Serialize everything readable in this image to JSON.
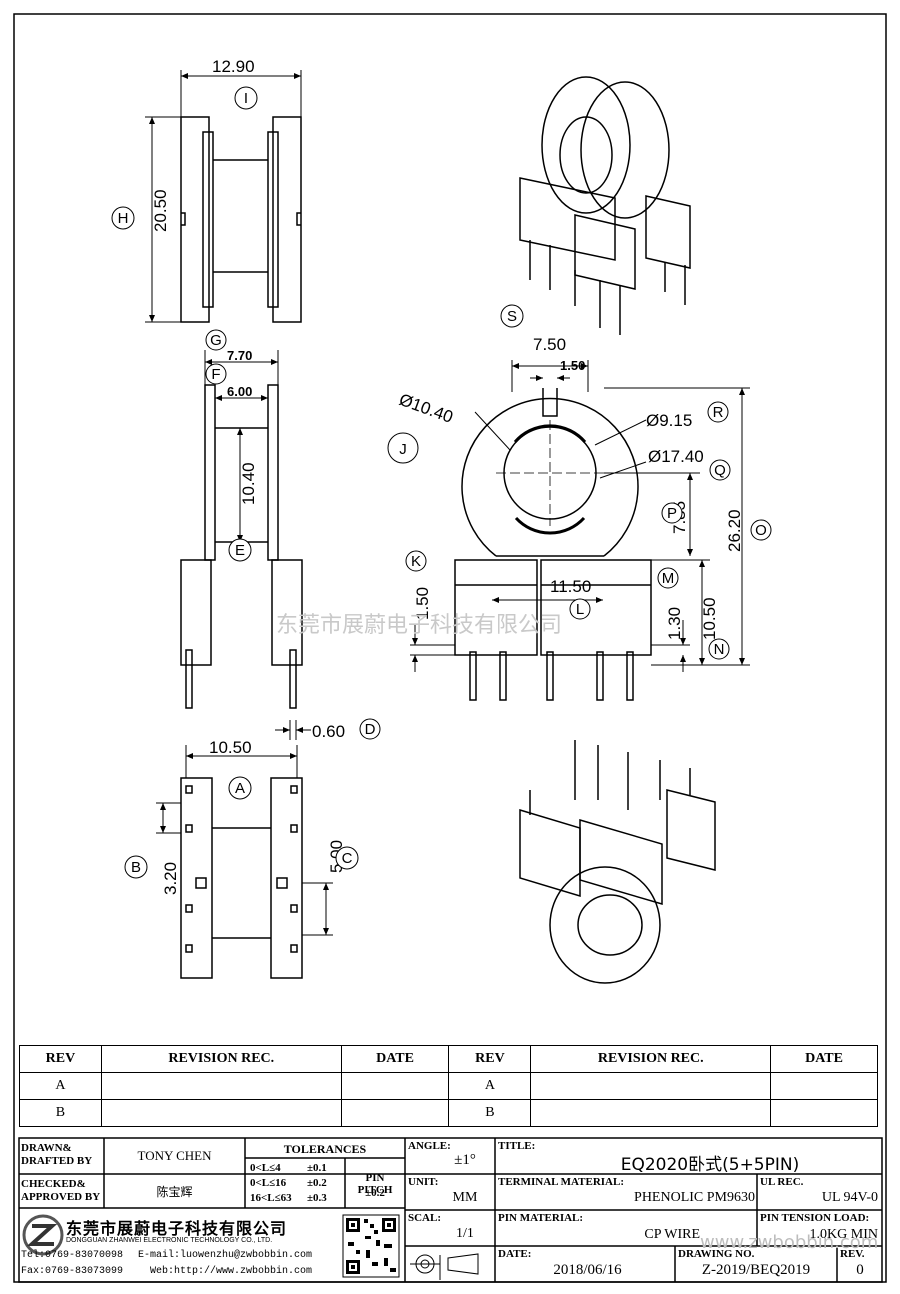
{
  "dimensions": {
    "top_width": "12.90",
    "top_height": "20.50",
    "side_g": "7.70",
    "side_f": "6.00",
    "side_e": "10.40",
    "side_d": "0.60",
    "bottom_a": "10.50",
    "bottom_b": "3.20",
    "bottom_c": "5.00",
    "front_s": "7.50",
    "front_slot": "1.50",
    "front_j": "Ø10.40",
    "front_r": "Ø9.15",
    "front_q": "Ø17.40",
    "front_p": "7.85",
    "front_o": "26.20",
    "front_k": "1.50",
    "front_l": "11.50",
    "front_m": "1.30",
    "front_n": "10.50"
  },
  "callouts": {
    "a": "A",
    "b": "B",
    "c": "C",
    "d": "D",
    "e": "E",
    "f": "F",
    "g": "G",
    "h": "H",
    "i": "I",
    "j": "J",
    "k": "K",
    "l": "L",
    "m": "M",
    "n": "N",
    "o": "O",
    "p": "P",
    "q": "Q",
    "r": "R",
    "s": "S"
  },
  "watermark": "东莞市展蔚电子科技有限公司",
  "revision": {
    "headers": [
      "REV",
      "REVISION REC.",
      "DATE",
      "REV",
      "REVISION REC.",
      "DATE"
    ],
    "rows": [
      [
        "A",
        "",
        "",
        "A",
        "",
        ""
      ],
      [
        "B",
        "",
        "",
        "B",
        "",
        ""
      ]
    ]
  },
  "title_block": {
    "drawn_label": "DRAWN&\nDRAFTED BY",
    "drawn_value": "TONY CHEN",
    "checked_label": "CHECKED&\nAPPROVED BY",
    "checked_value": "陈宝辉",
    "tolerances_label": "TOLERANCES",
    "tol_ranges": [
      "0<L≤4",
      "0<L≤16",
      "16<L≤63"
    ],
    "tol_values": [
      "±0.1",
      "±0.2",
      "±0.3"
    ],
    "pin_pitch_label": "PIN PITCH",
    "pin_pitch_value": "±0.2",
    "angle_label": "ANGLE:",
    "angle_value": "±1°",
    "unit_label": "UNIT:",
    "unit_value": "MM",
    "scale_label": "SCAL:",
    "scale_value": "1/1",
    "title_label": "TITLE:",
    "title_value": "EQ2020卧式(5+5PIN)",
    "terminal_label": "TERMINAL MATERIAL:",
    "terminal_value": "PHENOLIC PM9630",
    "ul_label": "UL REC.",
    "ul_value": "UL 94V-0",
    "pin_mat_label": "PIN MATERIAL:",
    "pin_mat_value": "CP WIRE",
    "tension_label": "PIN TENSION LOAD:",
    "tension_value": "1.0KG MIN",
    "date_label": "DATE:",
    "date_value": "2018/06/16",
    "drawing_label": "DRAWING NO.",
    "drawing_value": "Z-2019/BEQ2019",
    "rev_label": "REV.",
    "rev_value": "0",
    "company_cn": "东莞市展蔚电子科技有限公司",
    "company_en": "DONGGUAN ZHANWEI ELECTRONIC TECHNOLOGY CO., LTD.",
    "tel": "Tel:0769-83070098",
    "email": "E-mail:luowenzhu@zwbobbin.com",
    "fax": "Fax:0769-83073099",
    "web": "Web:http://www.zwbobbin.com",
    "url_watermark": "www.zwbobbin.com"
  }
}
